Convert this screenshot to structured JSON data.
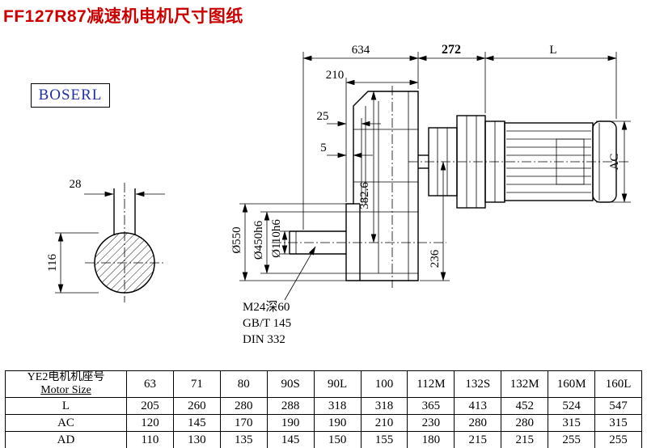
{
  "title": "FF127R87减速机电机尺寸图纸",
  "brand": "BOSERL",
  "dims": {
    "top_634": "634",
    "top_272": "272",
    "top_L": "L",
    "d210": "210",
    "d25": "25",
    "d5": "5",
    "d28": "28",
    "d116": "116",
    "dia550": "Ø550",
    "dia450": "Ø450h6",
    "dia110": "Ø110h6",
    "d382": "382.6",
    "d236": "236",
    "ac": "AC",
    "thread": "M24深60",
    "std_gb": "GB/T 145",
    "std_din": "DIN 332"
  },
  "table": {
    "header_cn": "YE2电机机座号",
    "header_en": "Motor Size",
    "sizes": [
      "63",
      "71",
      "80",
      "90S",
      "90L",
      "100",
      "112M",
      "132S",
      "132M",
      "160M",
      "160L"
    ],
    "rows": [
      {
        "label": "L",
        "values": [
          "205",
          "260",
          "280",
          "288",
          "318",
          "318",
          "365",
          "413",
          "452",
          "524",
          "547"
        ]
      },
      {
        "label": "AC",
        "values": [
          "120",
          "145",
          "170",
          "190",
          "190",
          "210",
          "230",
          "280",
          "280",
          "315",
          "315"
        ]
      },
      {
        "label": "AD",
        "values": [
          "110",
          "130",
          "135",
          "145",
          "150",
          "155",
          "180",
          "215",
          "215",
          "255",
          "255"
        ]
      }
    ]
  }
}
